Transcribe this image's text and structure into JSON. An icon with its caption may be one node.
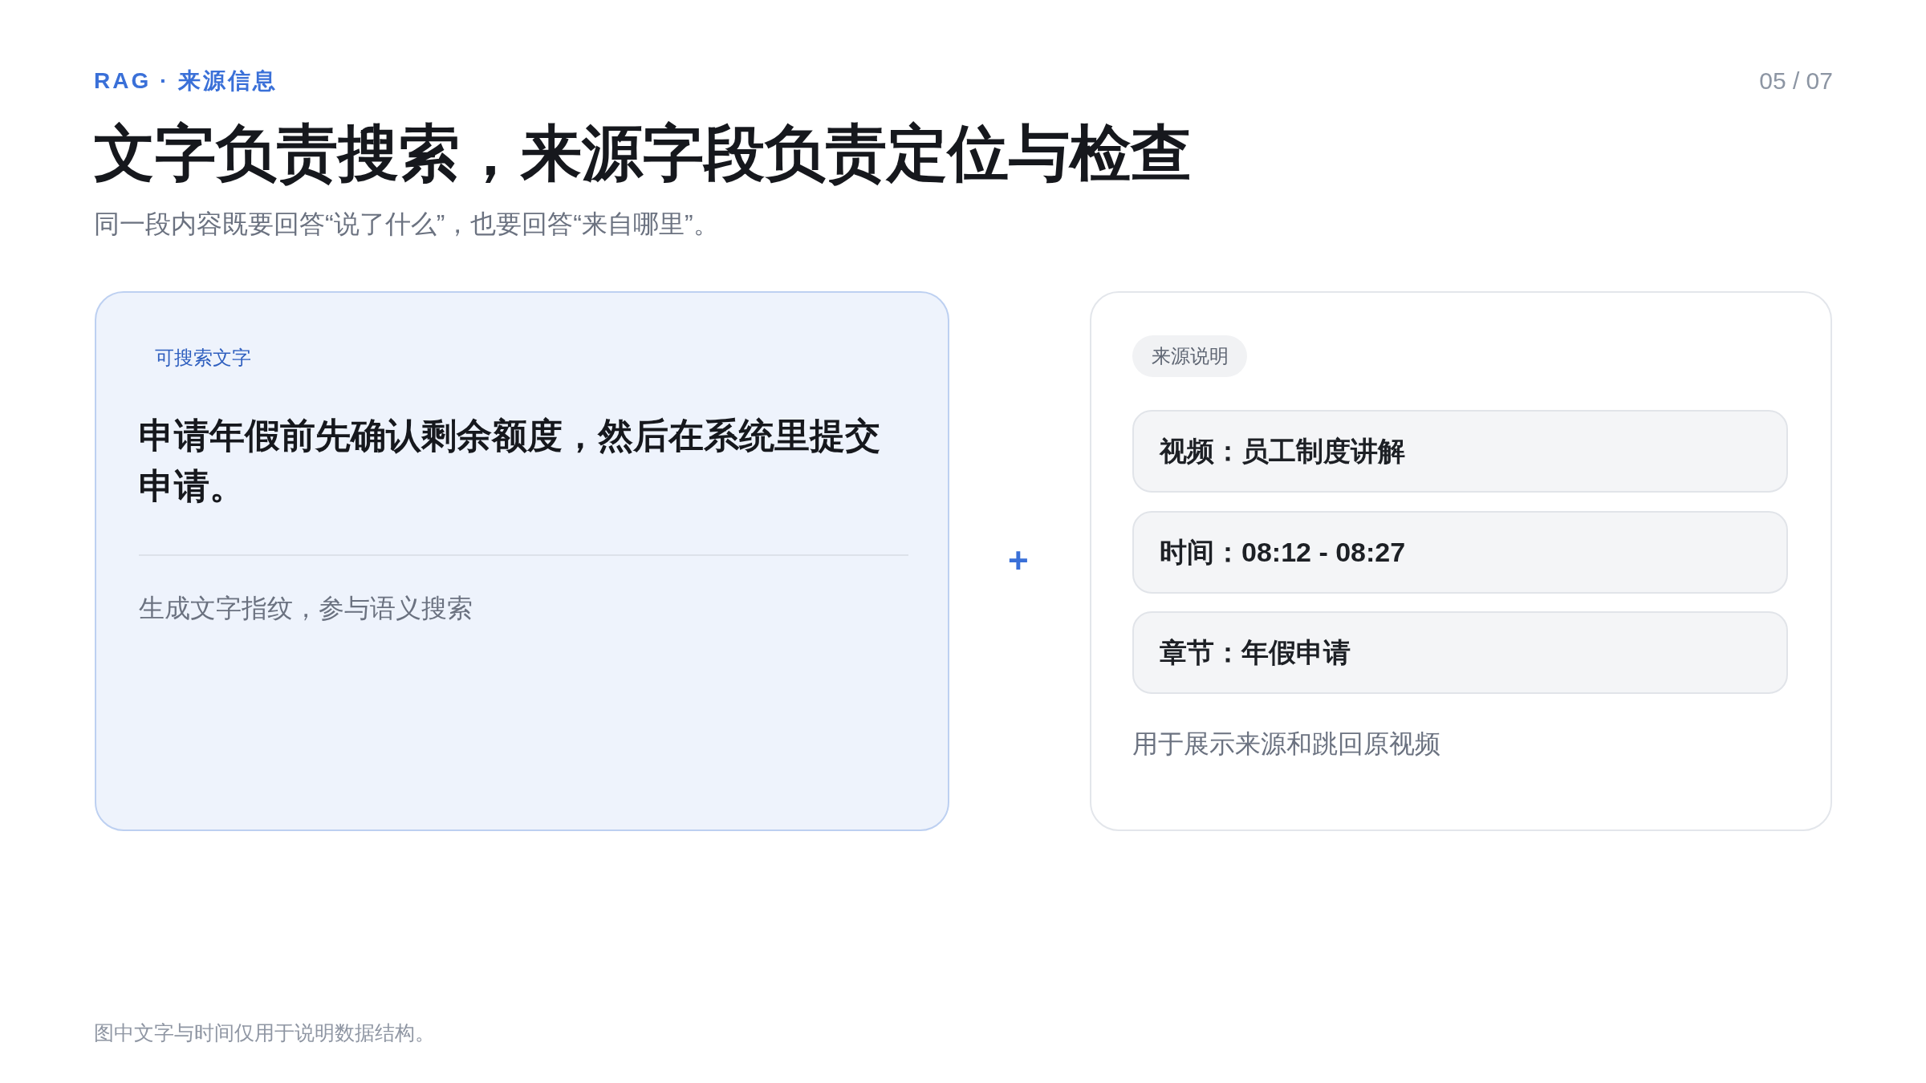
{
  "diagram": {
    "title": "文字负责搜索，来源字段负责定位与检查",
    "nodes": [
      {
        "text": [
          "可搜索文字",
          "申请年假前先确认剩余额度，然后在系统里提交申请。",
          "生成文字指纹，参与语义搜索"
        ]
      },
      {
        "text": [
          "用于展示来源和跳回原视频"
        ]
      },
      {
        "text": [
          "来源说明"
        ],
        "in": 1
      },
      {
        "text": [
          "视频：员工制度讲解"
        ],
        "in": 1
      },
      {
        "text": [
          "时间：08:12 - 08:27"
        ],
        "in": 1
      },
      {
        "text": [
          "章节：年假申请"
        ],
        "in": 1
      }
    ],
    "labels": [
      "RAG · 来源信息",
      "05 / 07",
      "同一段内容既要回答“说了什么”，也要回答“来自哪里”。",
      "+",
      "图中文字与时间仅用于说明数据结构。"
    ]
  }
}
